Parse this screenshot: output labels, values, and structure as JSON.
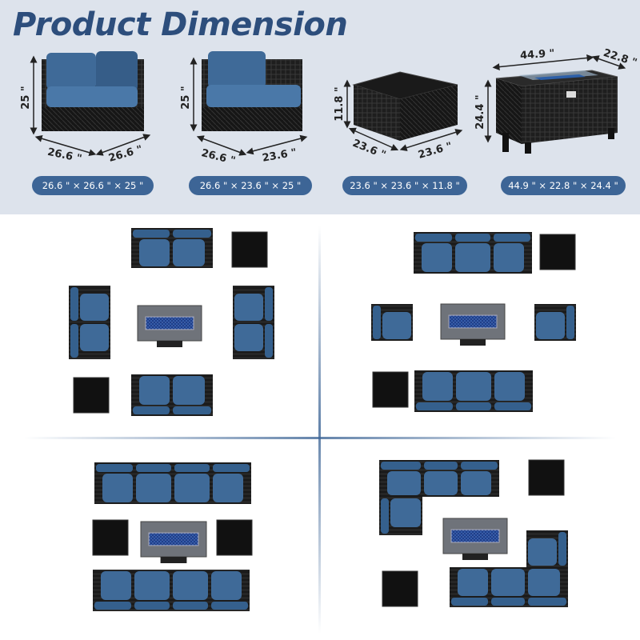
{
  "title": "Product Dimension",
  "products": [
    {
      "name": "corner-sofa",
      "labels": {
        "height": "25 \"",
        "left": "26.6 \"",
        "right": "26.6 \""
      },
      "summary": "26.6 \" × 26.6 \" × 25 \""
    },
    {
      "name": "armless-sofa",
      "labels": {
        "height": "25 \"",
        "left": "26.6 \"",
        "right": "23.6 \""
      },
      "summary": "26.6 \" × 23.6 \" × 25 \""
    },
    {
      "name": "coffee-table",
      "labels": {
        "height": "11.8 \"",
        "left": "23.6 \"",
        "right": "23.6 \""
      },
      "summary": "23.6 \" × 23.6 \" × 11.8 \""
    },
    {
      "name": "fire-pit-table",
      "labels": {
        "width": "44.9 \"",
        "depth": "22.8 \"",
        "height": "24.4 \""
      },
      "summary": "44.9 \" × 22.8 \" × 24.4 \""
    }
  ],
  "colors": {
    "cushion": "#3f6a98",
    "wicker": "#1f1f1f",
    "accent": "#3d6596",
    "background": "#dde3ec"
  }
}
